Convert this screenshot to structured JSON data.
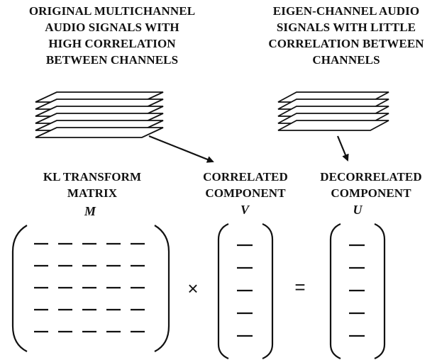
{
  "labels": {
    "original_signals": [
      "ORIGINAL MULTICHANNEL",
      "AUDIO SIGNALS WITH",
      "HIGH CORRELATION",
      "BETWEEN CHANNELS"
    ],
    "eigen_signals": [
      "EIGEN-CHANNEL AUDIO",
      "SIGNALS WITH LITTLE",
      "CORRELATION BETWEEN",
      "CHANNELS"
    ],
    "kl_transform": [
      "KL TRANSFORM",
      "MATRIX"
    ],
    "correlated": [
      "CORRELATED",
      "COMPONENT"
    ],
    "decorrelated": [
      "DECORRELATED",
      "COMPONENT"
    ]
  },
  "symbols": {
    "matrix": "M",
    "correlated": "V",
    "decorrelated": "U"
  },
  "operators": {
    "times": "×",
    "equals": "="
  },
  "matrix_M": {
    "rows": 5,
    "cols": 5
  },
  "vector_V": {
    "rows": 5
  },
  "vector_U": {
    "rows": 5
  }
}
